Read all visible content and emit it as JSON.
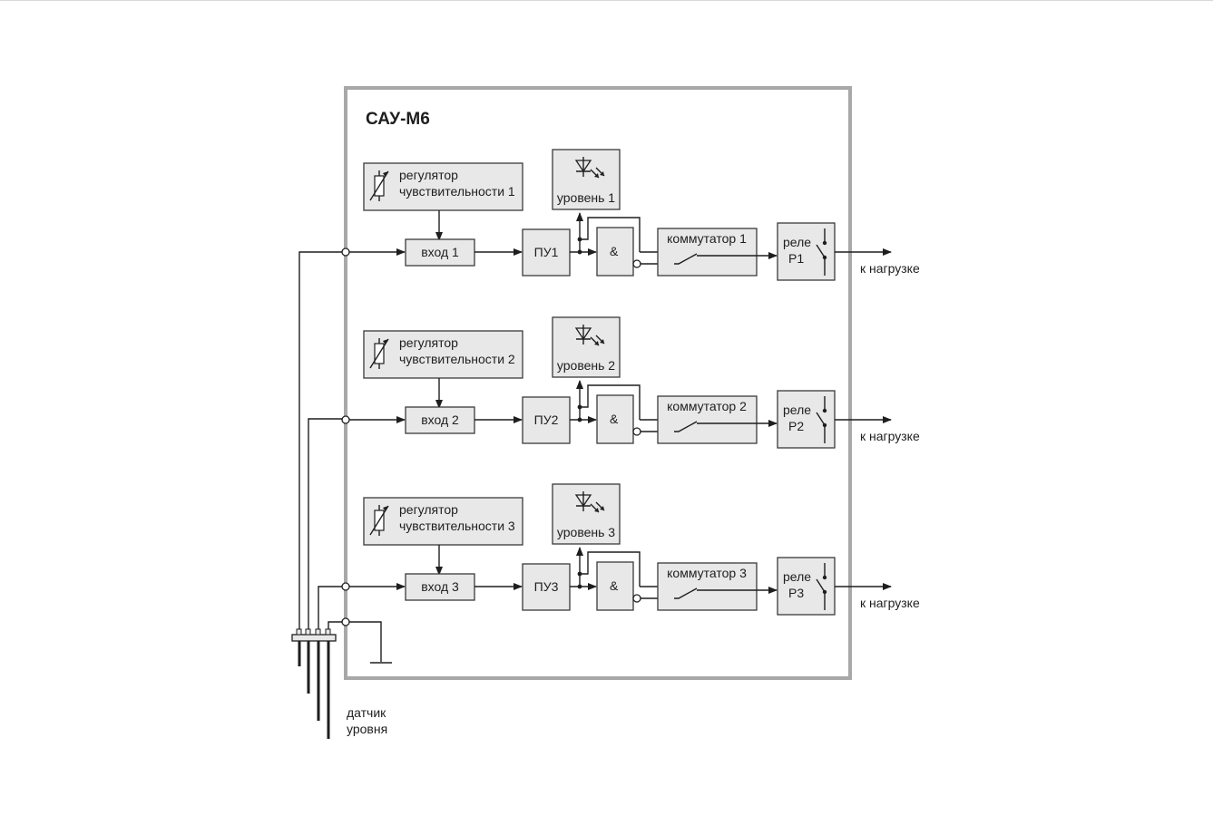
{
  "device": {
    "title": "САУ-М6"
  },
  "channels": [
    {
      "regulator_line1": "регулятор",
      "regulator_line2": "чувствительности 1",
      "level_label": "уровень 1",
      "input_label": "вход 1",
      "pu_label": "ПУ1",
      "and_label": "&",
      "switch_label": "коммутатор 1",
      "relay_line1": "реле",
      "relay_line2": "Р1",
      "output_label": "к нагрузке"
    },
    {
      "regulator_line1": "регулятор",
      "regulator_line2": "чувствительности 2",
      "level_label": "уровень 2",
      "input_label": "вход 2",
      "pu_label": "ПУ2",
      "and_label": "&",
      "switch_label": "коммутатор 2",
      "relay_line1": "реле",
      "relay_line2": "Р2",
      "output_label": "к нагрузке"
    },
    {
      "regulator_line1": "регулятор",
      "regulator_line2": "чувствительности 3",
      "level_label": "уровень 3",
      "input_label": "вход 3",
      "pu_label": "ПУ3",
      "and_label": "&",
      "switch_label": "коммутатор 3",
      "relay_line1": "реле",
      "relay_line2": "Р3",
      "output_label": "к нагрузке"
    }
  ],
  "sensor": {
    "label_line1": "датчик",
    "label_line2": "уровня"
  }
}
